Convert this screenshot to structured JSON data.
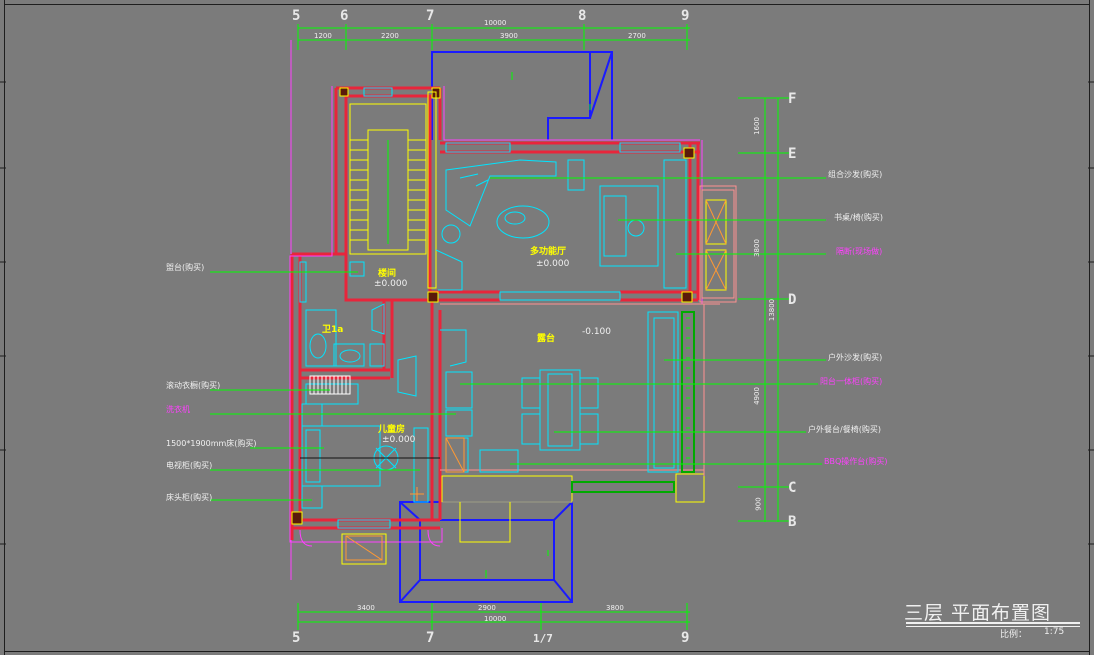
{
  "drawing": {
    "title": "三层 平面布置图",
    "scale_label": "比例：",
    "scale_value": "1:75"
  },
  "grid_axes": {
    "top": [
      "5",
      "6",
      "7",
      "8",
      "9"
    ],
    "bottom": [
      "5",
      "7",
      "1/7",
      "9"
    ],
    "right": [
      "F",
      "E",
      "D",
      "C",
      "B"
    ]
  },
  "dimensions": {
    "top_total": "10000",
    "top_segments": [
      "1200",
      "2200",
      "3900",
      "2700"
    ],
    "bottom_total": "10000",
    "bottom_segments": [
      "3400",
      "2900",
      "3800"
    ],
    "right_segments": [
      "1600",
      "3800",
      "4900",
      "900"
    ],
    "right_total": "13800"
  },
  "rooms": [
    {
      "name": "多功能厅",
      "level": "±0.000"
    },
    {
      "name": "楼间",
      "level": "±0.000"
    },
    {
      "name": "卫1a",
      "level": ""
    },
    {
      "name": "露台",
      "level": "-0.100"
    },
    {
      "name": "儿童房",
      "level": "±0.000"
    }
  ],
  "left_callouts": [
    {
      "text": "盥台(购买)",
      "color": "#f0f0f0"
    },
    {
      "text": "滚动衣橱(购买)",
      "color": "#f0f0f0"
    },
    {
      "text": "洗衣机",
      "color": "#ff40ff"
    },
    {
      "text": "1500*1900mm床(购买)",
      "color": "#f0f0f0"
    },
    {
      "text": "电视柜(购买)",
      "color": "#f0f0f0"
    },
    {
      "text": "床头柜(购买)",
      "color": "#f0f0f0"
    }
  ],
  "right_callouts": [
    {
      "text": "组合沙发(购买)",
      "color": "#f0f0f0"
    },
    {
      "text": "书桌/椅(购买)",
      "color": "#f0f0f0"
    },
    {
      "text": "隔断(现场做)",
      "color": "#ff40ff"
    },
    {
      "text": "户外沙发(购买)",
      "color": "#f0f0f0"
    },
    {
      "text": "阳台一体柜(购买)",
      "color": "#ff40ff"
    },
    {
      "text": "户外餐台/餐椅(购买)",
      "color": "#f0f0f0"
    },
    {
      "text": "BBQ操作台(购买)",
      "color": "#ff40ff"
    }
  ],
  "colors": {
    "background": "#7b7b7b",
    "wall": "#e8253b",
    "wall_core": "#ff40ff",
    "furniture": "#00e5ff",
    "dimension": "#00ff00",
    "roof": "#1a1aff",
    "yellow": "#ffff00",
    "text": "#f0f0f0"
  }
}
